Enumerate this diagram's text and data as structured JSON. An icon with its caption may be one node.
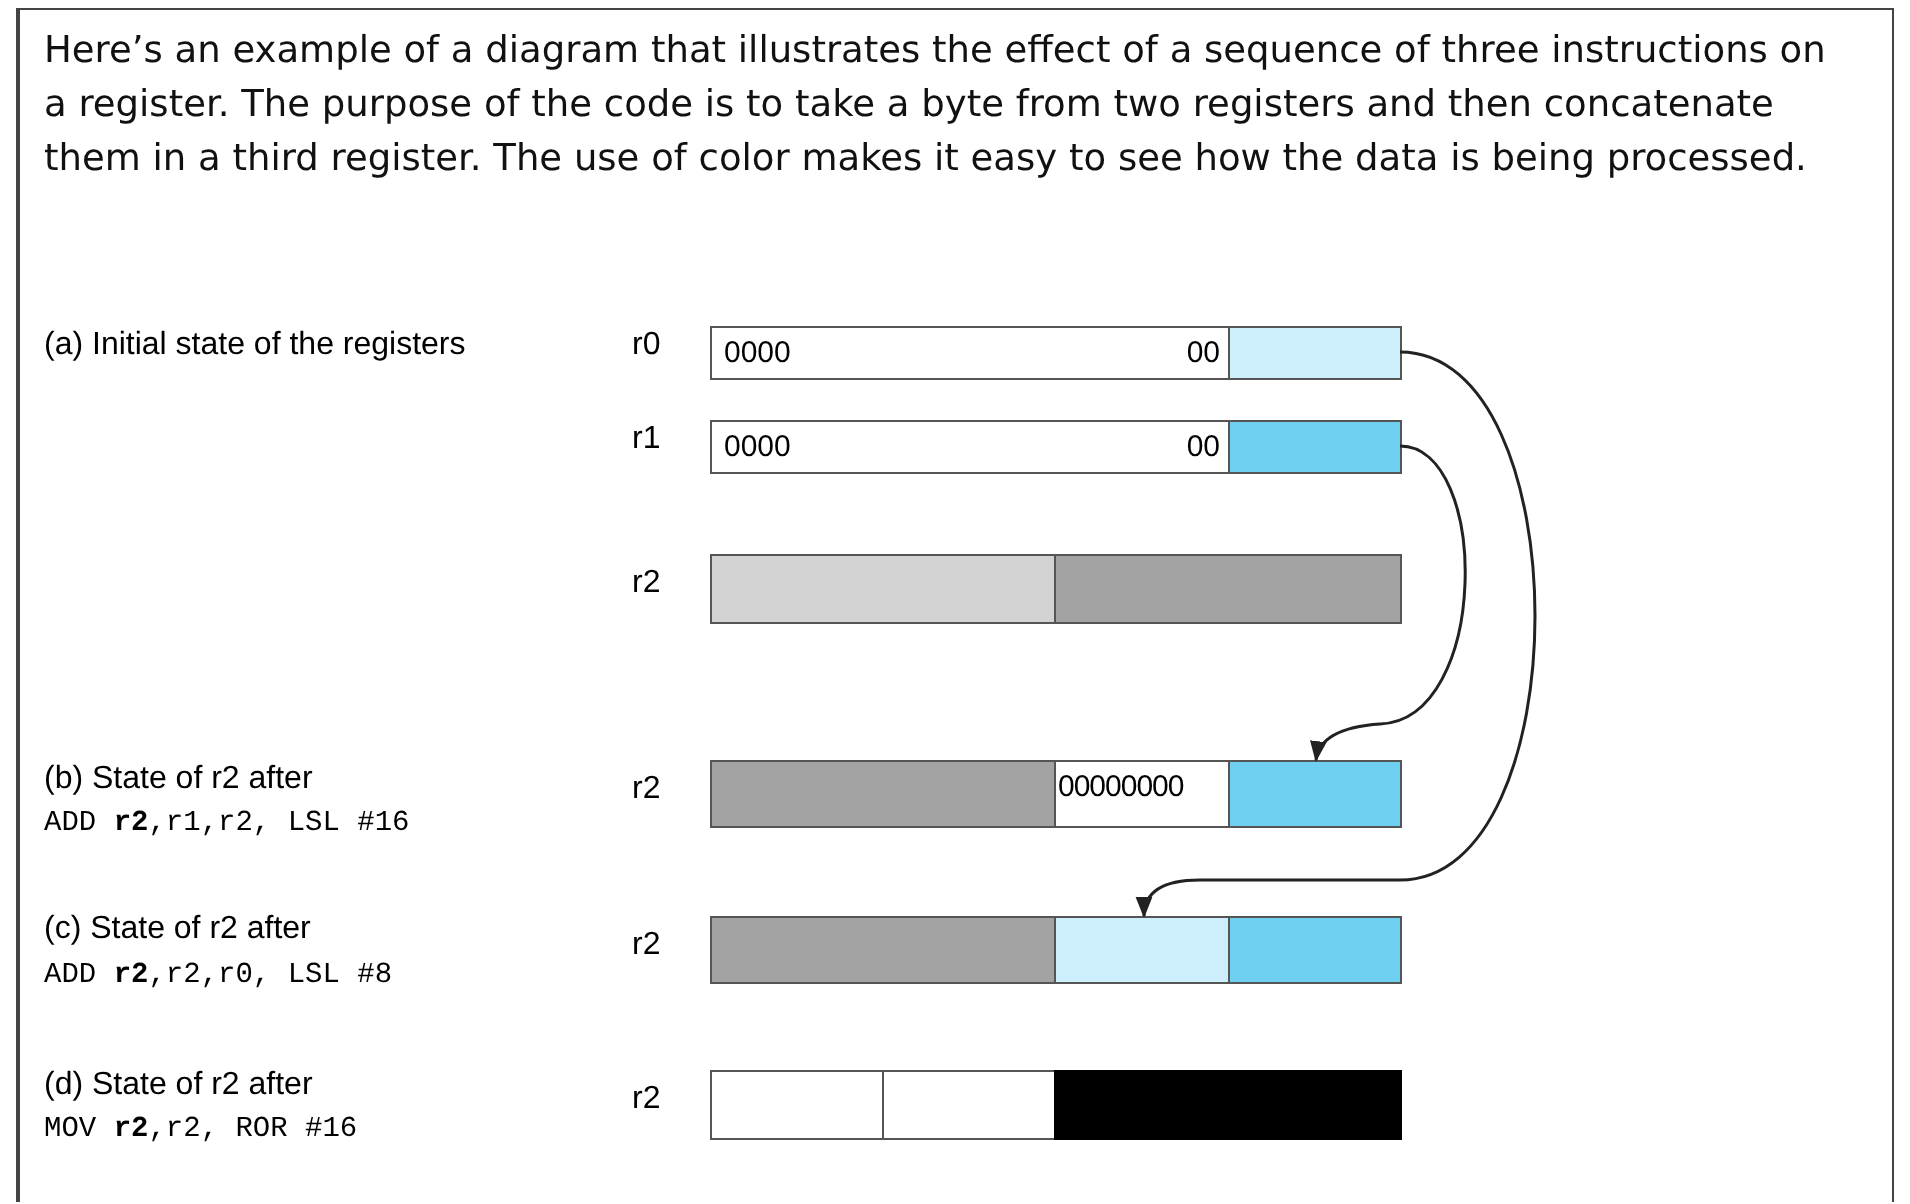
{
  "diagram": {
    "title": "Here’s an example of a diagram that illustrates the effect of a sequence of three instructions on a register. The purpose of the code is to take a byte from two registers and then concatenate them in a third register. The use of color makes it easy to see how the data is being processed.",
    "nodes": [
      {
        "text": [
          "0000",
          "00"
        ]
      },
      {
        "text": [],
        "shape": "box"
      },
      {
        "text": [
          "0000",
          "00"
        ]
      },
      {
        "text": [],
        "shape": "box"
      },
      {
        "text": [],
        "shape": "box"
      },
      {
        "text": [],
        "shape": "box"
      },
      {
        "text": [],
        "shape": "box"
      },
      {
        "text": [
          "00000000"
        ]
      },
      {
        "text": [],
        "shape": "box"
      },
      {
        "text": [],
        "shape": "box"
      },
      {
        "text": [],
        "shape": "box"
      },
      {
        "text": [],
        "shape": "box"
      },
      {
        "text": [],
        "shape": "box"
      },
      {
        "text": [],
        "shape": "box"
      },
      {
        "text": [],
        "shape": "box"
      }
    ],
    "edges": [
      {
        "from": 1,
        "to": 10,
        "arrow": "to"
      },
      {
        "from": 3,
        "to": 8,
        "arrow": "to"
      }
    ],
    "labels": [
      "(a) Initial state of the registers",
      "r0",
      "r1",
      "r2",
      "(b) State of r2 after",
      "ADD **r2**,r1,r2, LSL #16",
      "r2",
      "(c) State of r2 after",
      "ADD **r2**,r2,r0, LSL #8",
      "r2",
      "(d) State of r2 after",
      "MOV **r2**,r2, ROR #16",
      "r2"
    ]
  }
}
